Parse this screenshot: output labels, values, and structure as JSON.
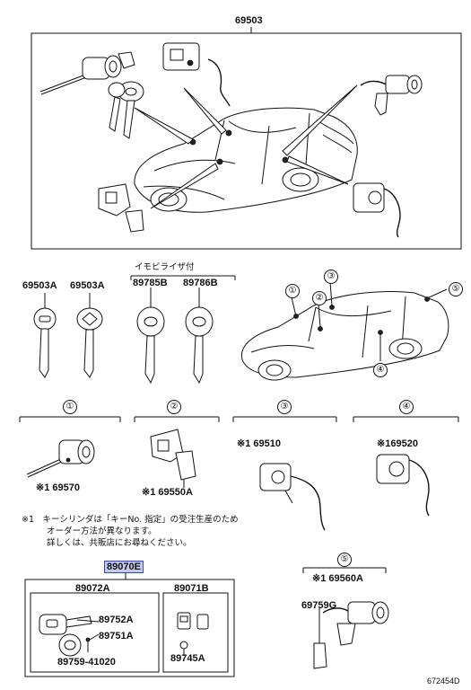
{
  "parts": {
    "top_assembly": "69503",
    "key_a": "69503A",
    "key_b": "69503A",
    "immobilizer_group": "イモビライザ付",
    "key_c": "89785B",
    "key_d": "89786B",
    "lock_1": "69570",
    "lock_2": "69550A",
    "lock_3": "69510",
    "lock_4": "69520",
    "lock_5": "69560A",
    "part_69759g": "69759G",
    "transponder": "89070E",
    "part_89072a": "89072A",
    "part_89071b": "89071B",
    "part_89752a": "89752A",
    "part_89751a": "89751A",
    "part_89759": "89759-41020",
    "part_89745a": "89745A"
  },
  "callouts": {
    "c1": "①",
    "c2": "②",
    "c3": "③",
    "c4": "④",
    "c5": "⑤"
  },
  "note": {
    "mark": "※1",
    "mark_1": "※1",
    "mark_2": "※1",
    "mark_3": "※1",
    "mark_4": "※1",
    "mark_5": "※1",
    "line1": "キーシリンダは「キーNo. 指定」の受注生産のため",
    "line2": "オーダー方法が異なります。",
    "line3": "詳しくは、共販店にお尋ねください。"
  },
  "diagram_id": "672454D"
}
